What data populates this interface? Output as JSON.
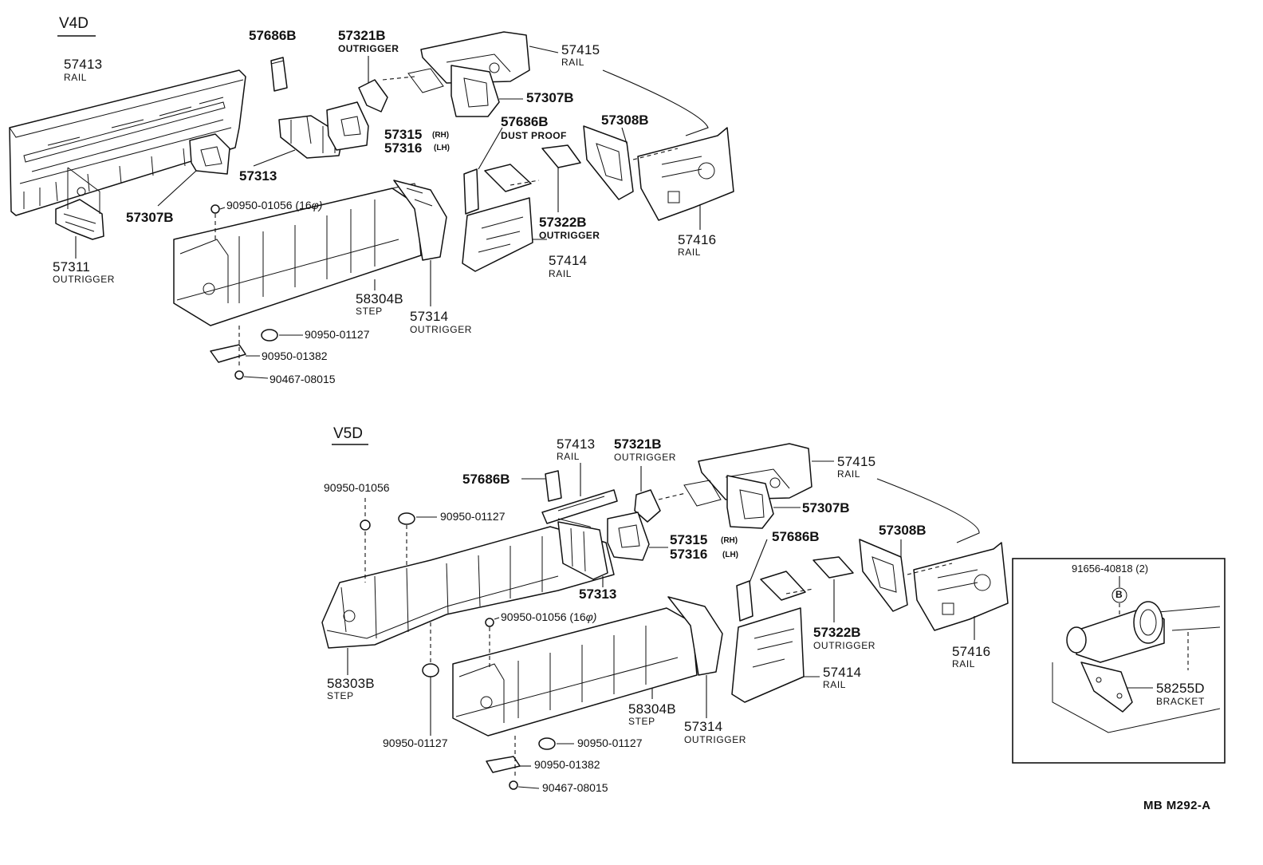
{
  "sections": {
    "v4d": "V4D",
    "v5d": "V5D"
  },
  "v4d": {
    "p57686b_top": "57686B",
    "p57321b": "57321B",
    "p57321b_sub": "OUTRIGGER",
    "p57415": "57415",
    "p57415_sub": "RAIL",
    "p57413": "57413",
    "p57413_sub": "RAIL",
    "p57307b_right": "57307B",
    "p57686b_dust": "57686B",
    "p57686b_dust_sub": "DUST PROOF",
    "p57308b": "57308B",
    "p57315": "57315",
    "p57315_side": "(RH)",
    "p57316": "57316",
    "p57316_side": "(LH)",
    "p57313": "57313",
    "p57307b_left": "57307B",
    "p90950_01056": "90950-01056 (16",
    "phi": "φ)",
    "p57322b": "57322B",
    "p57322b_sub": "OUTRIGGER",
    "p57416": "57416",
    "p57416_sub": "RAIL",
    "p57311": "57311",
    "p57311_sub": "OUTRIGGER",
    "p57414": "57414",
    "p57414_sub": "RAIL",
    "p58304b": "58304B",
    "p58304b_sub": "STEP",
    "p57314": "57314",
    "p57314_sub": "OUTRIGGER",
    "p90950_01127": "90950-01127",
    "p90950_01382": "90950-01382",
    "p90467_08015": "90467-08015"
  },
  "v5d": {
    "p57413": "57413",
    "p57413_sub": "RAIL",
    "p57321b": "57321B",
    "p57321b_sub": "OUTRIGGER",
    "p57415": "57415",
    "p57415_sub": "RAIL",
    "p57686b_left": "57686B",
    "p57307b": "57307B",
    "p90950_01056": "90950-01056",
    "p90950_01127_top": "90950-01127",
    "p57315": "57315",
    "p57315_side": "(RH)",
    "p57316": "57316",
    "p57316_side": "(LH)",
    "p57686b_right": "57686B",
    "p57308b": "57308B",
    "p57313": "57313",
    "p90950_01056_16": "90950-01056 (16",
    "phi": "φ)",
    "p57322b": "57322B",
    "p57322b_sub": "OUTRIGGER",
    "p57416": "57416",
    "p57416_sub": "RAIL",
    "p57414": "57414",
    "p57414_sub": "RAIL",
    "p58303b": "58303B",
    "p58303b_sub": "STEP",
    "p58304b": "58304B",
    "p58304b_sub": "STEP",
    "p57314": "57314",
    "p57314_sub": "OUTRIGGER",
    "p90950_01127_left": "90950-01127",
    "p90950_01127_right": "90950-01127",
    "p90950_01382": "90950-01382",
    "p90467_08015": "90467-08015"
  },
  "inset": {
    "p91656": "91656-40818 (2)",
    "callout": "B",
    "p58255d": "58255D",
    "p58255d_sub": "BRACKET"
  },
  "footer": {
    "code": "MB  M292-A"
  }
}
